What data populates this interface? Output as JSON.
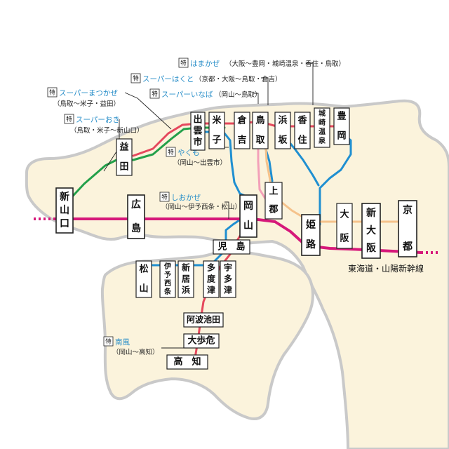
{
  "colors": {
    "land": "#fbf3dc",
    "coast": "#c9c9c9",
    "shinkansen": "#d6187a",
    "red_line": "#e5485d",
    "green_line": "#23a04a",
    "blue_line": "#1f8fd1",
    "pink_line": "#f3a0b9",
    "orange_line": "#f5c28b",
    "legend_accent": "#2a8fc9"
  },
  "legend": {
    "badge": "特",
    "hamakaze": {
      "name": "はまかぜ",
      "route": "（大阪～豊岡・城崎温泉・香住・鳥取）"
    },
    "hakuto": {
      "name": "スーパーはくと",
      "route": "（京都・大阪～鳥取・倉吉）"
    },
    "inaba": {
      "name": "スーパーいなば",
      "route": "（岡山～鳥取）"
    },
    "matsukaze": {
      "name": "スーパーまつかぜ",
      "route": "（鳥取～米子・益田）"
    },
    "oki": {
      "name": "スーパーおき",
      "route": "（鳥取・米子～新山口）"
    },
    "yakumo": {
      "name": "やくも",
      "route": "（岡山～出雲市）"
    },
    "shiokaze": {
      "name": "しおかぜ",
      "route": "（岡山～伊予西条・松山）"
    },
    "nanpu": {
      "name": "南風",
      "route": "（岡山～高知）"
    }
  },
  "shinkansen_label": "東海道・山陽新幹線",
  "stations": {
    "izumoshi": [
      "出",
      "雲",
      "市"
    ],
    "yonago": [
      "米",
      "子"
    ],
    "kurayoshi": [
      "倉",
      "吉"
    ],
    "tottori": [
      "鳥",
      "取"
    ],
    "hamasaka": [
      "浜",
      "坂"
    ],
    "kasumi": [
      "香",
      "住"
    ],
    "kinosakionsen": [
      "城",
      "崎",
      "温",
      "泉"
    ],
    "toyooka": [
      "豊",
      "岡"
    ],
    "masuda": [
      "益",
      "田"
    ],
    "shinyamaguchi": [
      "新",
      "山",
      "口"
    ],
    "hiroshima": [
      "広",
      "島"
    ],
    "okayama": [
      "岡",
      "山"
    ],
    "kamigori": [
      "上",
      "郡"
    ],
    "himeji": [
      "姫",
      "路"
    ],
    "osaka": [
      "大",
      "阪"
    ],
    "shinosaka": [
      "新",
      "大",
      "阪"
    ],
    "kyoto": [
      "京",
      "都"
    ],
    "kojima": "児　島",
    "matsuyama": [
      "松",
      "山"
    ],
    "iyosaijo": [
      "伊",
      "予",
      "西",
      "条"
    ],
    "niihama": [
      "新",
      "居",
      "浜"
    ],
    "tadotsu": [
      "多",
      "度",
      "津"
    ],
    "utazu": [
      "宇",
      "多",
      "津"
    ],
    "awaikeda": "阿波池田",
    "oboke": "大歩危",
    "kochi": "高　知"
  }
}
